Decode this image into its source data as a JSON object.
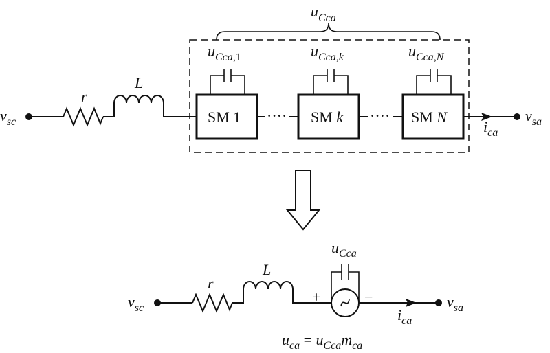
{
  "top": {
    "left_terminal": {
      "base": "v",
      "sub": "sc"
    },
    "right_terminal": {
      "base": "v",
      "sub": "sa"
    },
    "resistor": "r",
    "inductor": "L",
    "bracket_label": {
      "base": "u",
      "sub": "Cca"
    },
    "current": {
      "base": "i",
      "sub": "ca"
    },
    "modules": [
      {
        "label": "SM ",
        "index": "1",
        "index_italic": false,
        "cap": {
          "base": "u",
          "sub": "Cca,",
          "idx": "1"
        }
      },
      {
        "label": "SM ",
        "index": "k",
        "index_italic": true,
        "cap": {
          "base": "u",
          "sub": "Cca,",
          "idx": "k"
        }
      },
      {
        "label": "SM ",
        "index": "N",
        "index_italic": true,
        "cap": {
          "base": "u",
          "sub": "Cca,",
          "idx": "N"
        }
      }
    ]
  },
  "bottom": {
    "left_terminal": {
      "base": "v",
      "sub": "sc"
    },
    "right_terminal": {
      "base": "v",
      "sub": "sa"
    },
    "resistor": "r",
    "inductor": "L",
    "cap_label": {
      "base": "u",
      "sub": "Cca"
    },
    "plus": "+",
    "minus": "−",
    "current": {
      "base": "i",
      "sub": "ca"
    },
    "equation": {
      "lhs": "u",
      "lhs_sub": "ca",
      "eq": " = ",
      "r1": "u",
      "r1_sub": "Cca",
      "r2": "m",
      "r2_sub": "ca"
    }
  }
}
